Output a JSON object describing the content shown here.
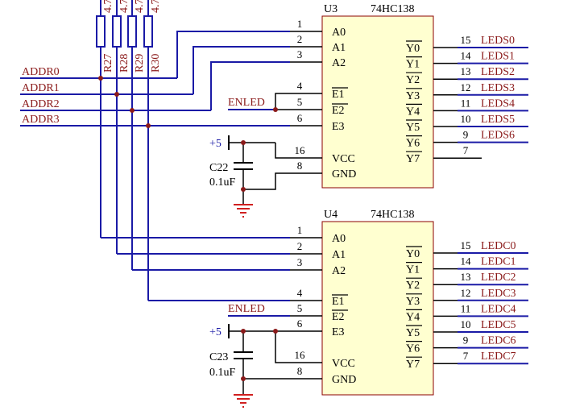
{
  "diagram_title": "74HC138 LED decoder schematic",
  "colors": {
    "wire": "#1a1aa6",
    "chip_fill": "#ffffd0",
    "chip_border": "#8b0000",
    "net_label": "#8b1a1a",
    "ground": "#d02020"
  },
  "resistors": [
    {
      "ref": "R27",
      "value": "4.7"
    },
    {
      "ref": "R28",
      "value": "4.7"
    },
    {
      "ref": "R29",
      "value": "4.7"
    },
    {
      "ref": "R30",
      "value": "4.7"
    }
  ],
  "address_nets": [
    "ADDR0",
    "ADDR1",
    "ADDR2",
    "ADDR3"
  ],
  "enable_net": "ENLED",
  "power_label": "+5",
  "chips": [
    {
      "ref": "U3",
      "part": "74HC138",
      "cap": {
        "ref": "C22",
        "value": "0.1uF"
      },
      "left_pins": [
        {
          "num": "1",
          "name": "A0"
        },
        {
          "num": "2",
          "name": "A1"
        },
        {
          "num": "3",
          "name": "A2"
        },
        {
          "num": "4",
          "name": "E1"
        },
        {
          "num": "5",
          "name": "E2"
        },
        {
          "num": "6",
          "name": "E3"
        },
        {
          "num": "16",
          "name": "VCC"
        },
        {
          "num": "8",
          "name": "GND"
        }
      ],
      "right_pins": [
        {
          "num": "15",
          "name": "Y0",
          "net": "LEDS0"
        },
        {
          "num": "14",
          "name": "Y1",
          "net": "LEDS1"
        },
        {
          "num": "13",
          "name": "Y2",
          "net": "LEDS2"
        },
        {
          "num": "12",
          "name": "Y3",
          "net": "LEDS3"
        },
        {
          "num": "11",
          "name": "Y4",
          "net": "LEDS4"
        },
        {
          "num": "10",
          "name": "Y5",
          "net": "LEDS5"
        },
        {
          "num": "9",
          "name": "Y6",
          "net": "LEDS6"
        },
        {
          "num": "7",
          "name": "Y7",
          "net": ""
        }
      ]
    },
    {
      "ref": "U4",
      "part": "74HC138",
      "cap": {
        "ref": "C23",
        "value": "0.1uF"
      },
      "left_pins": [
        {
          "num": "1",
          "name": "A0"
        },
        {
          "num": "2",
          "name": "A1"
        },
        {
          "num": "3",
          "name": "A2"
        },
        {
          "num": "4",
          "name": "E1"
        },
        {
          "num": "5",
          "name": "E2"
        },
        {
          "num": "6",
          "name": "E3"
        },
        {
          "num": "16",
          "name": "VCC"
        },
        {
          "num": "8",
          "name": "GND"
        }
      ],
      "right_pins": [
        {
          "num": "15",
          "name": "Y0",
          "net": "LEDC0"
        },
        {
          "num": "14",
          "name": "Y1",
          "net": "LEDC1"
        },
        {
          "num": "13",
          "name": "Y2",
          "net": "LEDC2"
        },
        {
          "num": "12",
          "name": "Y3",
          "net": "LEDC3"
        },
        {
          "num": "11",
          "name": "Y4",
          "net": "LEDC4"
        },
        {
          "num": "10",
          "name": "Y5",
          "net": "LEDC5"
        },
        {
          "num": "9",
          "name": "Y6",
          "net": "LEDC6"
        },
        {
          "num": "7",
          "name": "Y7",
          "net": "LEDC7"
        }
      ]
    }
  ]
}
